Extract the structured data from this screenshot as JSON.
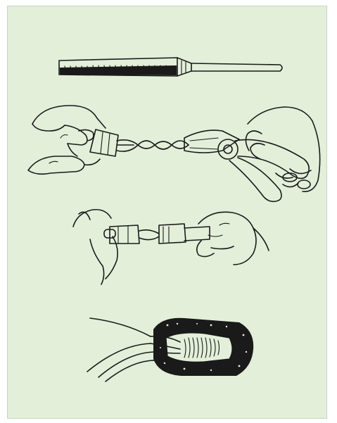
{
  "figure": {
    "background_color": "#e3efd9",
    "panels": [
      {
        "name": "file-tool",
        "icon": "file-icon"
      },
      {
        "name": "twisting-wires-with-pliers",
        "icon": "pliers-icon"
      },
      {
        "name": "joining-wire-connector",
        "icon": "connector-icon"
      },
      {
        "name": "connector-with-stripped-wires",
        "icon": "crimp-connector-icon"
      }
    ]
  }
}
